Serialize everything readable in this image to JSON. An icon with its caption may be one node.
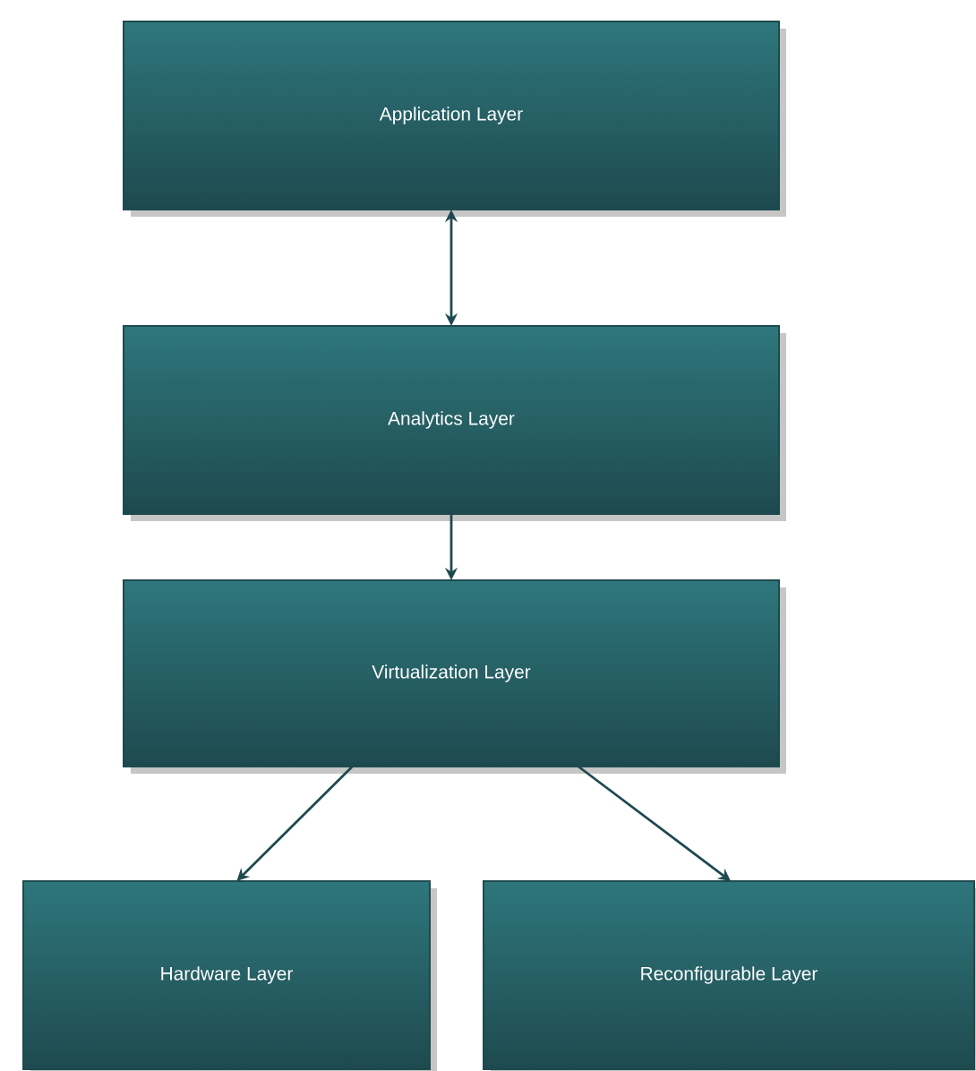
{
  "diagram": {
    "nodes": [
      {
        "text": [
          "Application Layer"
        ]
      },
      {
        "text": [
          "Analytics Layer"
        ]
      },
      {
        "text": [
          "Virtualization Layer"
        ]
      },
      {
        "text": [
          "Hardware Layer"
        ]
      },
      {
        "text": [
          "Reconfigurable Layer"
        ]
      }
    ],
    "edges": [
      {
        "from": 0,
        "to": 1,
        "arrow": "both"
      },
      {
        "from": 1,
        "to": 2,
        "arrow": "to"
      },
      {
        "from": 2,
        "to": 3,
        "arrow": "to"
      },
      {
        "from": 2,
        "to": 4,
        "arrow": "to"
      }
    ]
  }
}
